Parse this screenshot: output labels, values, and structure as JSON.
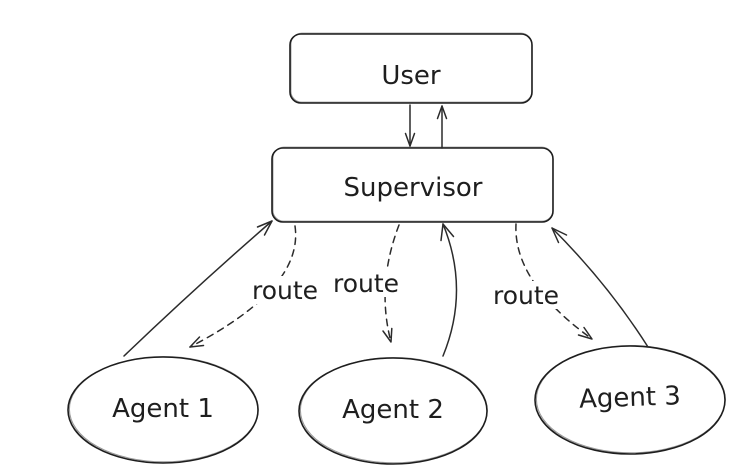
{
  "diagram": {
    "title": "supervisor-multi-agent-architecture",
    "background_color": "#ffffff",
    "stroke_color": "#1e1e1e",
    "style": "hand-drawn",
    "nodes": {
      "user": {
        "label": "User",
        "shape": "rounded-rectangle"
      },
      "supervisor": {
        "label": "Supervisor",
        "shape": "rounded-rectangle"
      },
      "agent1": {
        "label": "Agent 1",
        "shape": "ellipse"
      },
      "agent2": {
        "label": "Agent 2",
        "shape": "ellipse"
      },
      "agent3": {
        "label": "Agent 3",
        "shape": "ellipse"
      }
    },
    "edges": [
      {
        "from": "User",
        "to": "Supervisor",
        "style": "solid",
        "label": ""
      },
      {
        "from": "Supervisor",
        "to": "User",
        "style": "solid",
        "label": ""
      },
      {
        "from": "Supervisor",
        "to": "Agent 1",
        "style": "dashed",
        "label": "route"
      },
      {
        "from": "Supervisor",
        "to": "Agent 2",
        "style": "dashed",
        "label": "route"
      },
      {
        "from": "Supervisor",
        "to": "Agent 3",
        "style": "dashed",
        "label": "route"
      },
      {
        "from": "Agent 1",
        "to": "Supervisor",
        "style": "solid",
        "label": ""
      },
      {
        "from": "Agent 2",
        "to": "Supervisor",
        "style": "solid",
        "label": ""
      },
      {
        "from": "Agent 3",
        "to": "Supervisor",
        "style": "solid",
        "label": ""
      }
    ]
  }
}
